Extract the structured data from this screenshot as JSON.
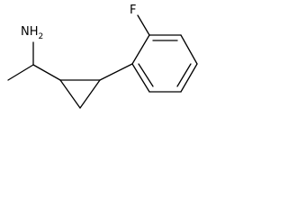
{
  "molecule": {
    "atoms": {
      "nh2": {
        "element": "N",
        "base": "NH",
        "subscript": "2"
      },
      "fluorine": {
        "element": "F",
        "text": "F"
      }
    },
    "colors": {
      "bond": "#000000",
      "label": "#000000",
      "background": "#ffffff"
    }
  }
}
